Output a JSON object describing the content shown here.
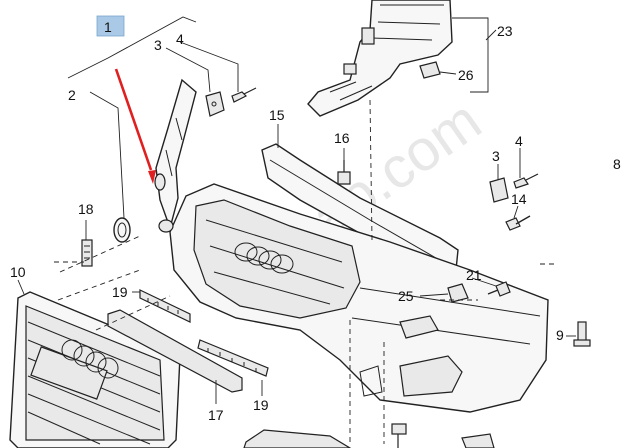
{
  "diagram": {
    "watermark": "7zap.com",
    "accent_colors": {
      "highlight": "#a9c9e6",
      "arrow": "#e02020"
    },
    "callouts": {
      "c1": "1",
      "c2": "2",
      "c3a": "3",
      "c4a": "4",
      "c15": "15",
      "c16": "16",
      "c23": "23",
      "c26": "26",
      "c3b": "3",
      "c4b": "4",
      "c8": "8",
      "c14": "14",
      "c18": "18",
      "c10": "10",
      "c19a": "19",
      "c21": "21",
      "c25": "25",
      "c9": "9",
      "c17": "17",
      "c19b": "19"
    },
    "selected_callout": "1"
  }
}
